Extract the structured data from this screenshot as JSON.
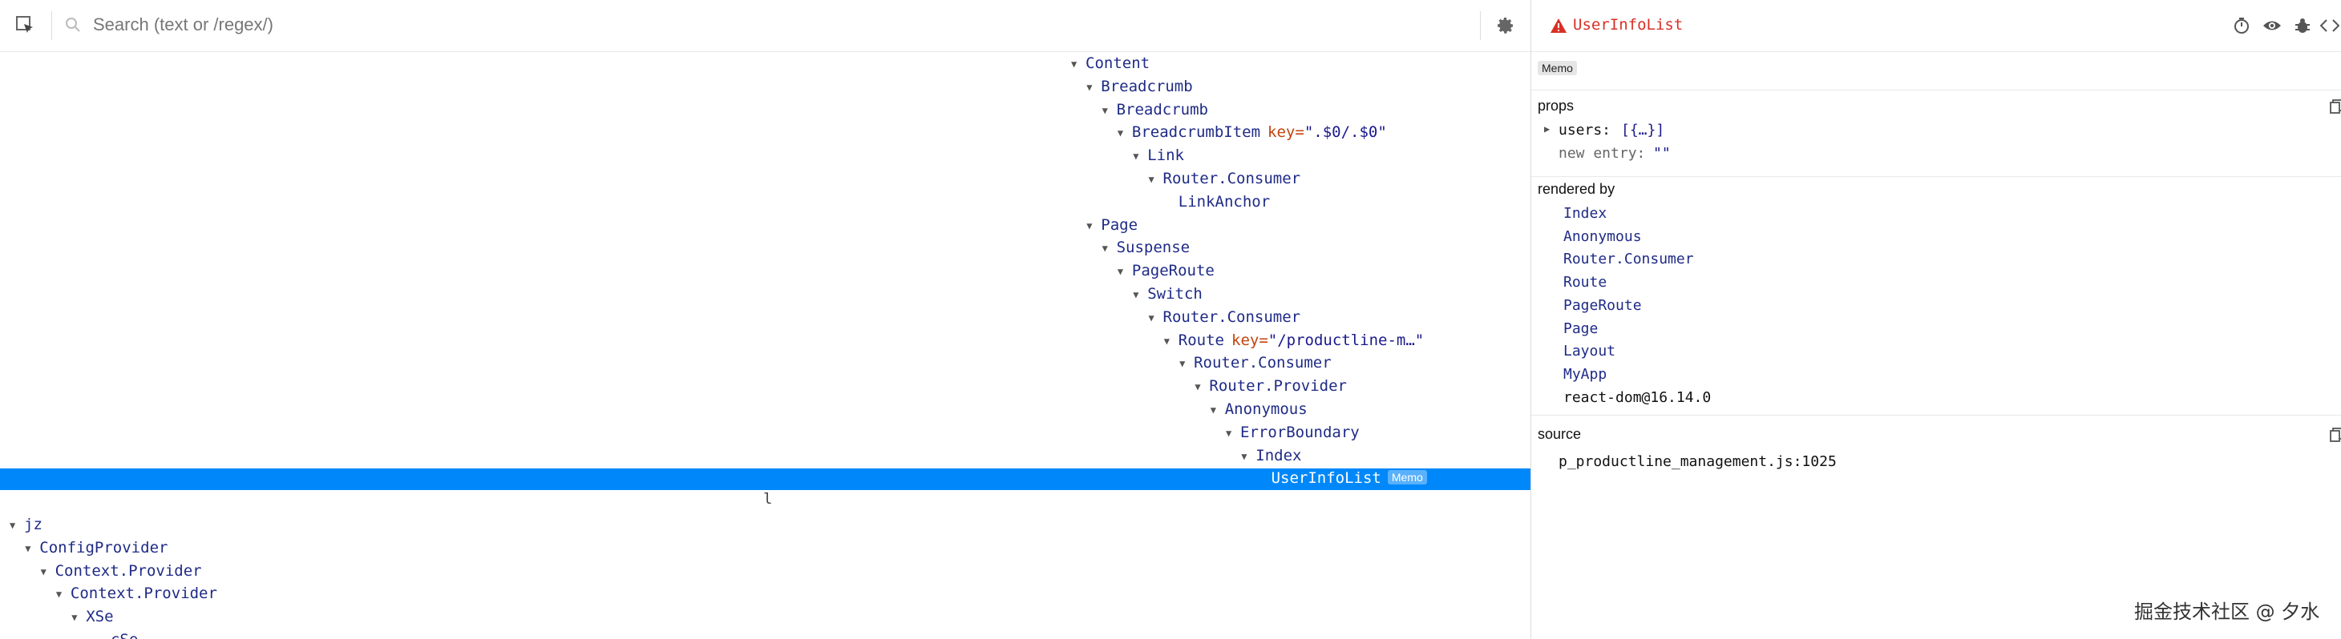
{
  "search": {
    "placeholder": "Search (text or /regex/)"
  },
  "tree": [
    {
      "label": "Content",
      "depth": 0,
      "expanded": true
    },
    {
      "label": "Breadcrumb",
      "depth": 1,
      "expanded": true
    },
    {
      "label": "Breadcrumb",
      "depth": 2,
      "expanded": true
    },
    {
      "label": "BreadcrumbItem",
      "depth": 3,
      "expanded": true,
      "attr": "key",
      "value": "\".$0/.$0\""
    },
    {
      "label": "Link",
      "depth": 4,
      "expanded": true
    },
    {
      "label": "Router.Consumer",
      "depth": 5,
      "expanded": true
    },
    {
      "label": "LinkAnchor",
      "depth": 6,
      "expanded": false
    },
    {
      "label": "Page",
      "depth": 1,
      "expanded": true
    },
    {
      "label": "Suspense",
      "depth": 2,
      "expanded": true
    },
    {
      "label": "PageRoute",
      "depth": 3,
      "expanded": true
    },
    {
      "label": "Switch",
      "depth": 4,
      "expanded": true
    },
    {
      "label": "Router.Consumer",
      "depth": 5,
      "expanded": true
    },
    {
      "label": "Route",
      "depth": 6,
      "expanded": true,
      "attr": "key",
      "value": "\"/productline-m…\""
    },
    {
      "label": "Router.Consumer",
      "depth": 7,
      "expanded": true
    },
    {
      "label": "Router.Provider",
      "depth": 8,
      "expanded": true
    },
    {
      "label": "Anonymous",
      "depth": 9,
      "expanded": true
    },
    {
      "label": "ErrorBoundary",
      "depth": 10,
      "expanded": true
    },
    {
      "label": "Index",
      "depth": 11,
      "expanded": true
    },
    {
      "label": "UserInfoList",
      "depth": 12,
      "expanded": false,
      "selected": true,
      "badge": "Memo"
    }
  ],
  "scroll_marker": "l",
  "tree_lower": [
    {
      "label": "jz",
      "depth": 0,
      "expanded": true
    },
    {
      "label": "ConfigProvider",
      "depth": 1,
      "expanded": true
    },
    {
      "label": "Context.Provider",
      "depth": 2,
      "expanded": true
    },
    {
      "label": "Context.Provider",
      "depth": 3,
      "expanded": true
    },
    {
      "label": "XSe",
      "depth": 4,
      "expanded": true
    },
    {
      "label": "_cSe",
      "depth": 5,
      "expanded": false
    }
  ],
  "inspector": {
    "component": "UserInfoList",
    "badge": "Memo",
    "props_title": "props",
    "props": [
      {
        "key": "users:",
        "value": "[{…}]",
        "expandable": true
      },
      {
        "key": "new entry:",
        "value": "\"\"",
        "expandable": false
      }
    ],
    "rendered_by_title": "rendered by",
    "rendered_by": [
      "Index",
      "Anonymous",
      "Router.Consumer",
      "Route",
      "PageRoute",
      "Page",
      "Layout",
      "MyApp"
    ],
    "renderer": "react-dom@16.14.0",
    "source_title": "source",
    "source": "p_productline_management.js:1025"
  },
  "watermark": "掘金技术社区 @ 夕水",
  "colors": {
    "selection": "#0088fa",
    "component": "#1f2b86",
    "attr": "#c1440e",
    "error": "#d93025"
  }
}
